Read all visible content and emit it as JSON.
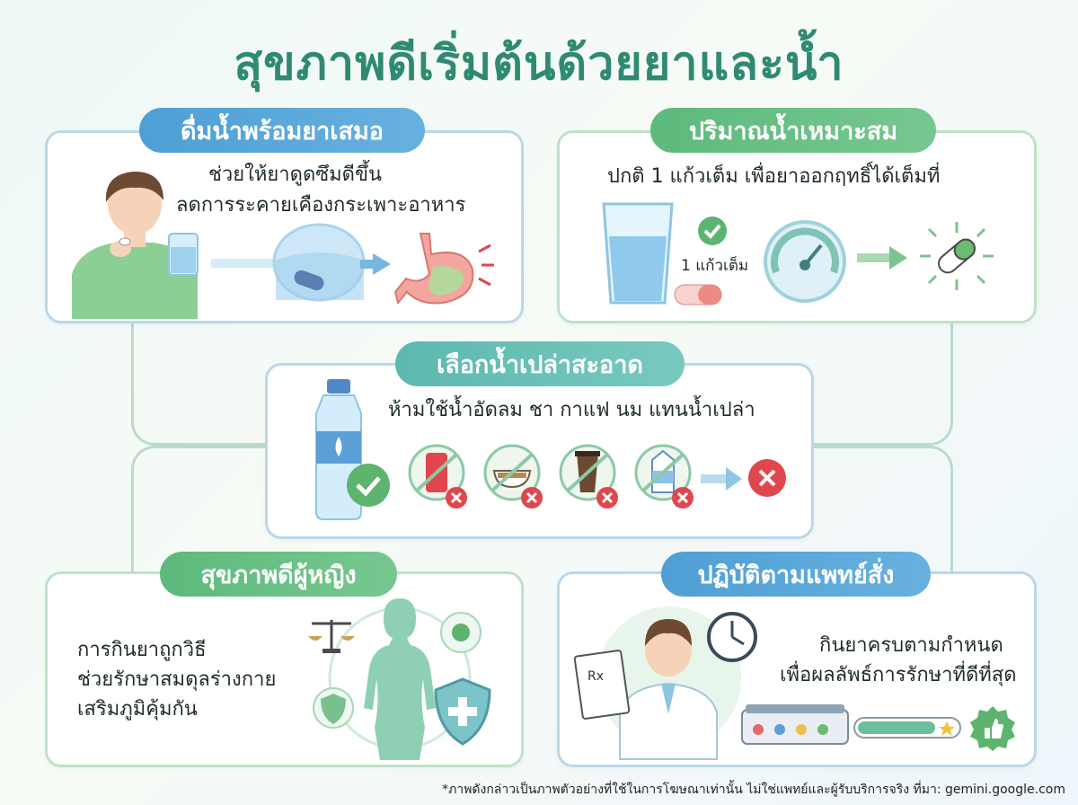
{
  "title": "สุขภาพดีเริ่มต้นด้วยยาและน้ำ",
  "cards": {
    "drink_with_meds": {
      "label": "ดื่มน้ำพร้อมยาเสมอ",
      "line1": "ช่วยให้ยาดูดซึมดีขึ้น",
      "line2": "ลดการระคายเคืองกระเพาะอาหาร"
    },
    "water_amount": {
      "label": "ปริมาณน้ำเหมาะสม",
      "line1": "ปกติ 1 แก้วเต็ม เพื่อยาออกฤทธิ์ได้เต็มที่",
      "glass_note": "1 แก้วเต็ม"
    },
    "clean_water": {
      "label": "เลือกน้ำเปล่าสะอาด",
      "line1": "ห้ามใช้น้ำอัดลม ชา กาแฟ นม แทนน้ำเปล่า"
    },
    "women_health": {
      "label": "สุขภาพดีผู้หญิง",
      "line1": "การกินยาถูกวิธี",
      "line2": "ช่วยรักษาสมดุลร่างกาย",
      "line3": "เสริมภูมิคุ้มกัน"
    },
    "follow_doctor": {
      "label": "ปฏิบัติตามแพทย์สั่ง",
      "line1": "กินยาครบตามกำหนด",
      "line2": "เพื่อผลลัพธ์การรักษาที่ดีที่สุด",
      "rx": "Rx"
    }
  },
  "footer": "*ภาพดังกล่าวเป็นภาพตัวอย่างที่ใช้ในการโฆษณาเท่านั้น ไม่ใช่แพทย์และผู้รับบริการจริง ที่มา: gemini.google.com",
  "colors": {
    "title": "#2f8a72",
    "blue": "#4f9fd4",
    "green": "#5db97c",
    "teal": "#5cb8b0",
    "red": "#e0474c"
  }
}
